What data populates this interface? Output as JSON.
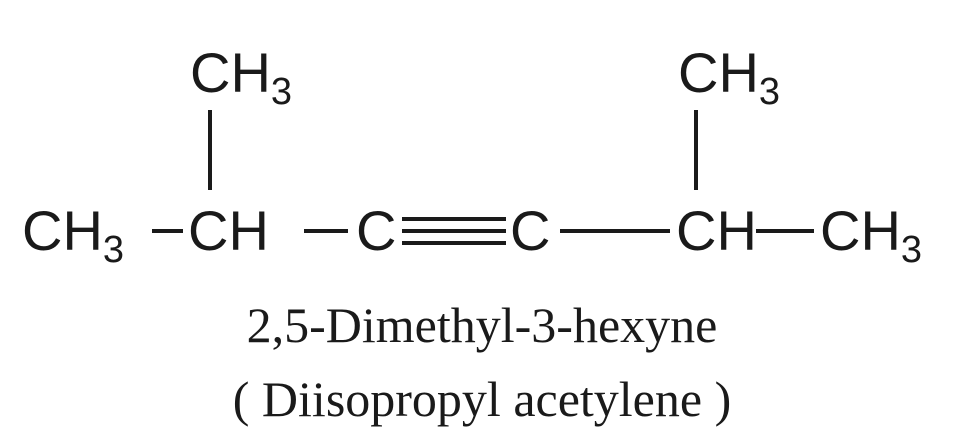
{
  "structure": {
    "left_methyl_top": "CH",
    "left_methyl_top_sub": "3",
    "right_methyl_top": "CH",
    "right_methyl_top_sub": "3",
    "chain_ch3_left": "CH",
    "chain_ch3_left_sub": "3",
    "chain_ch_left": "CH",
    "chain_c_left": "C",
    "chain_c_right": "C",
    "chain_ch_right": "CH",
    "chain_ch3_right": "CH",
    "chain_ch3_right_sub": "3"
  },
  "caption": {
    "name": "2,5-Dimethyl-3-hexyne",
    "common_name": "( Diisopropyl acetylene )"
  },
  "colors": {
    "ink": "#1a1a1a",
    "background": "#ffffff"
  }
}
